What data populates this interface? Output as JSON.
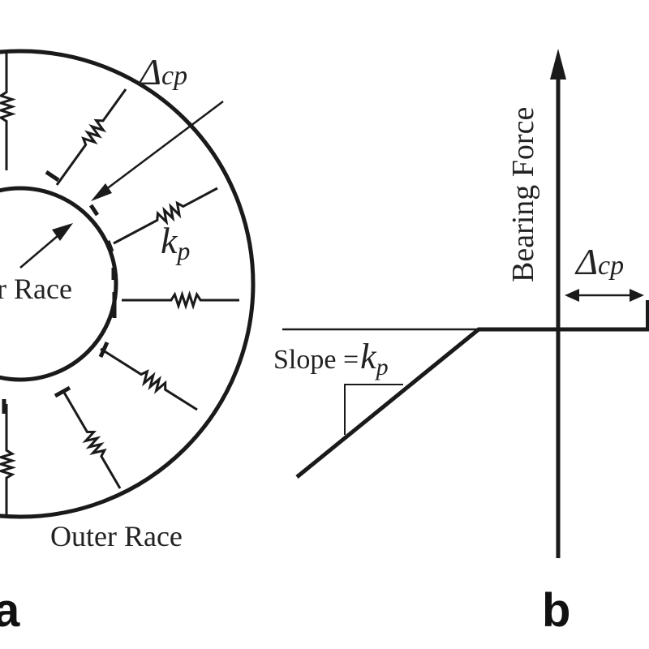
{
  "panel_a": {
    "label": "a",
    "inner_race_label": "r Race",
    "outer_race_label": "Outer Race",
    "clearance": {
      "symbol": "Δ",
      "subscript": "cp"
    },
    "stiffness": {
      "symbol": "k",
      "subscript": "p"
    }
  },
  "panel_b": {
    "label": "b",
    "y_axis_label": "Bearing Force",
    "clearance": {
      "symbol": "Δ",
      "subscript": "cp"
    },
    "slope": {
      "prefix": "Slope =",
      "symbol": "k",
      "subscript": "p"
    }
  }
}
